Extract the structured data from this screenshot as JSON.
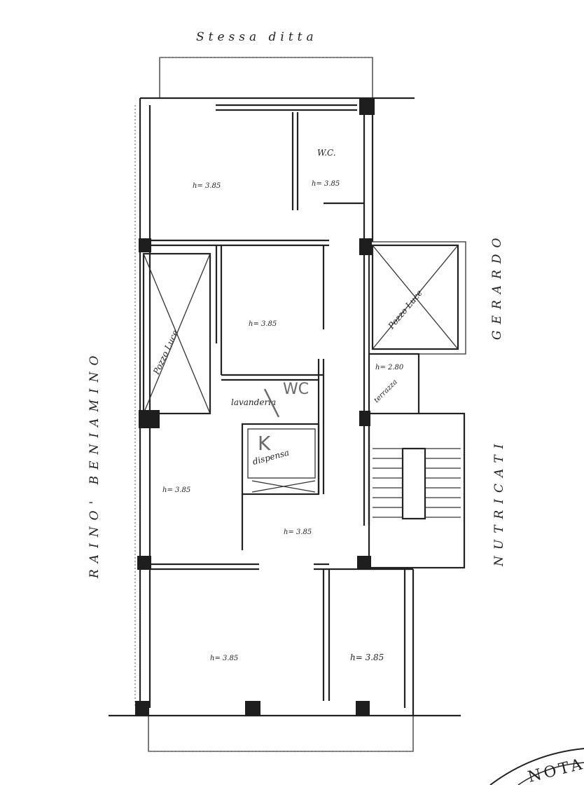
{
  "streets": {
    "top": "Stessa ditta",
    "left": "RAINO' BENIAMINO",
    "right_upper": "GERARDO",
    "right_lower": "NUTRICATI"
  },
  "rooms": {
    "top_left": "h= 3.85",
    "wc_label": "W.C.",
    "wc_height": "h= 3.85",
    "middle": "h= 3.85",
    "left_mid": "h= 3.85",
    "corridor": "h= 3.85",
    "bottom_left": "h= 3.85",
    "bottom_right": "h= 3.85",
    "right_small_height": "h= 2.80",
    "right_small_name": "terrazza"
  },
  "shafts": {
    "left": "Pozzo Luce",
    "right": "Pozzo Luce"
  },
  "zones": {
    "lavanderia": "lavanderia",
    "dispensa": "dispensa"
  },
  "annotations": {
    "wc_mark": "WC",
    "k_mark": "K"
  },
  "stamp": "NOTA"
}
